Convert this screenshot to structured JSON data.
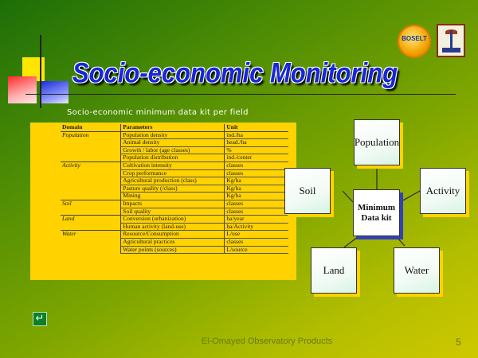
{
  "title": "Socio-economic  Monitoring",
  "subtitle": "Socio-economic minimum data kit per field",
  "table": {
    "headers": [
      "Domain",
      "Parameters",
      "Unit"
    ],
    "rows": [
      {
        "domain": "Population",
        "parameter": "Population density",
        "unit": "ind./ha",
        "sep": true
      },
      {
        "domain": "",
        "parameter": "Animal density",
        "unit": "head./ha"
      },
      {
        "domain": "",
        "parameter": "Growth / labor (age classes)",
        "unit": "%"
      },
      {
        "domain": "",
        "parameter": "Population distribution",
        "unit": "ind./center"
      },
      {
        "domain": "Activity",
        "parameter": "Cultivation intensity",
        "unit": "classes",
        "sep": true
      },
      {
        "domain": "",
        "parameter": "Crop performance",
        "unit": "classes"
      },
      {
        "domain": "",
        "parameter": "Agricultural production (class)",
        "unit": "Kg/ha"
      },
      {
        "domain": "",
        "parameter": "Pasture quality (/class)",
        "unit": "Kg/ha"
      },
      {
        "domain": "",
        "parameter": "Mining",
        "unit": "Kg/ha"
      },
      {
        "domain": "Soil",
        "parameter": "Impacts",
        "unit": "classes",
        "sep": true
      },
      {
        "domain": "",
        "parameter": "Soil quality",
        "unit": "classes"
      },
      {
        "domain": "Land",
        "parameter": "Conversion (urbanization)",
        "unit": "ha/year",
        "sep": true
      },
      {
        "domain": "",
        "parameter": "Human activity (land-use)",
        "unit": "ha/Activity"
      },
      {
        "domain": "Water",
        "parameter": "Resource/Consumption",
        "unit": "L/use",
        "sep": true
      },
      {
        "domain": "",
        "parameter": "Agricultural practices",
        "unit": "classes"
      },
      {
        "domain": "",
        "parameter": "Water points (sources)",
        "unit": "L/source"
      }
    ]
  },
  "diagram": {
    "population": "Population",
    "soil": "Soil",
    "activity": "Activity",
    "center_line1": "Minimum",
    "center_line2": "Data kit",
    "land": "Land",
    "water": "Water"
  },
  "logos": {
    "left_text": "BOSELT"
  },
  "nav_button_icon": "return-arrow-icon",
  "footer": "El-Omayed Observatory Products",
  "page_number": "5",
  "colors": {
    "title": "#1527d8",
    "panel": "#ffd200",
    "center_shadow": "#3340b8"
  }
}
